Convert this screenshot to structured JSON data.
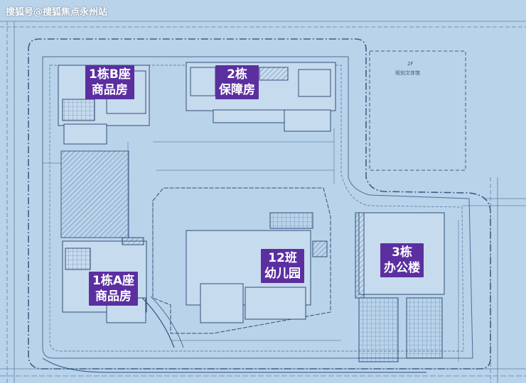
{
  "watermark": "搜狐号@搜狐焦点永州站",
  "labels": {
    "b1b": {
      "line1": "1栋B座",
      "line2": "商品房"
    },
    "b2": {
      "line1": "2栋",
      "line2": "保障房"
    },
    "kindergarten": {
      "line1": "12班",
      "line2": "幼儿园"
    },
    "b3": {
      "line1": "3栋",
      "line2": "办公楼"
    },
    "b1a": {
      "line1": "1栋A座",
      "line2": "商品房"
    }
  },
  "plan_notes": {
    "culture_floor": "2F",
    "culture_name": "规划文体馆"
  },
  "colors": {
    "background": "#b9d3ea",
    "line": "#3d5f86",
    "label_bg": "#5b2fa0",
    "label_text": "#ffffff"
  }
}
